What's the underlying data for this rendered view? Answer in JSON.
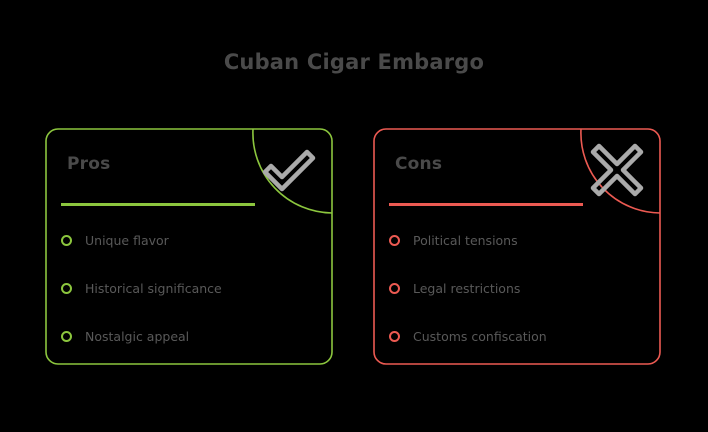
{
  "page": {
    "title": "Cuban Cigar Embargo",
    "background_color": "#000000",
    "title_color": "#4a4a4a"
  },
  "colors": {
    "pros_accent": "#8cc63e",
    "cons_accent": "#ec5a52",
    "icon_gray": "#aaaaaa",
    "text_gray": "#595959",
    "heading_gray": "#4a4a4a"
  },
  "cards": [
    {
      "id": "pros",
      "heading": "Pros",
      "accent_color": "#8cc63e",
      "icon_name": "checkmark-icon",
      "items": [
        {
          "label": "Unique flavor"
        },
        {
          "label": "Historical significance"
        },
        {
          "label": "Nostalgic appeal"
        }
      ]
    },
    {
      "id": "cons",
      "heading": "Cons",
      "accent_color": "#ec5a52",
      "icon_name": "cross-icon",
      "items": [
        {
          "label": "Political tensions"
        },
        {
          "label": "Legal restrictions"
        },
        {
          "label": "Customs confiscation"
        }
      ]
    }
  ]
}
